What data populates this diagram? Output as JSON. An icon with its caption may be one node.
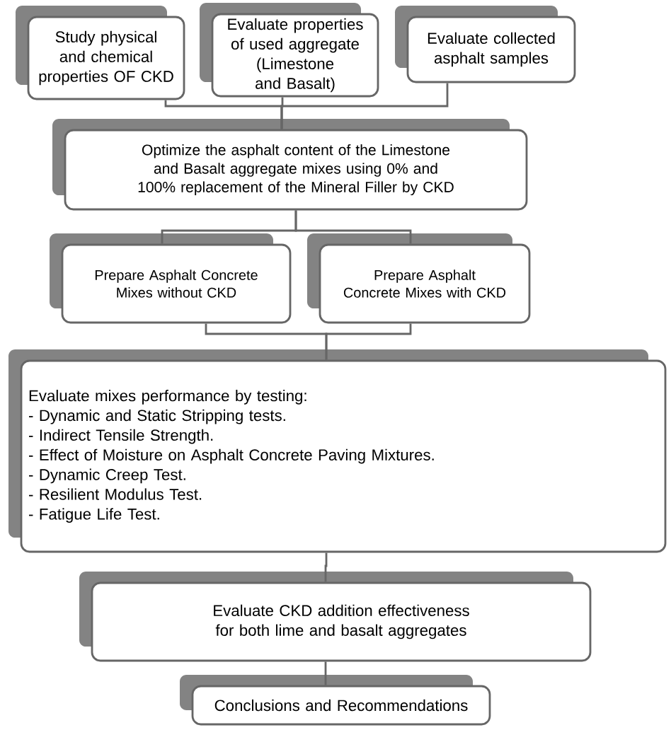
{
  "diagram": {
    "nodes": [
      {
        "text": [
          "Study physical and chemical properties OF CKD"
        ]
      },
      {
        "text": [
          "Evaluate properties of used aggregate (Limestone and Basalt)"
        ]
      },
      {
        "text": [
          "Evaluate collected asphalt samples"
        ]
      },
      {
        "text": [
          "Optimize the asphalt content of the Limestone and Basalt aggregate mixes using 0% and 100% replacement of the Mineral Filler by CKD"
        ]
      },
      {
        "text": [
          "Prepare Asphalt Concrete Mixes without CKD"
        ]
      },
      {
        "text": [
          "Prepare Asphalt Concrete Mixes with CKD"
        ]
      },
      {
        "text": [
          "Evaluate mixes performance by testing:",
          "- Dynamic and Static Stripping tests.",
          "- Indirect Tensile Strength.",
          "- Effect of Moisture on Asphalt Concrete Paving Mixtures.",
          "- Dynamic Creep Test.",
          "- Resilient Modulus Test.",
          "- Fatigue Life Test."
        ]
      },
      {
        "text": [
          "Evaluate CKD addition effectiveness for both lime and basalt aggregates"
        ]
      },
      {
        "text": [
          "Conclusions and Recommendations"
        ]
      }
    ],
    "edges": [
      {
        "from": 0,
        "to": 3,
        "arrow": "none"
      },
      {
        "from": 1,
        "to": 3,
        "arrow": "none"
      },
      {
        "from": 2,
        "to": 3,
        "arrow": "none"
      },
      {
        "from": 3,
        "to": 4,
        "arrow": "none"
      },
      {
        "from": 3,
        "to": 5,
        "arrow": "none"
      },
      {
        "from": 4,
        "to": 6,
        "arrow": "none"
      },
      {
        "from": 5,
        "to": 6,
        "arrow": "none"
      },
      {
        "from": 6,
        "to": 7,
        "arrow": "none"
      },
      {
        "from": 7,
        "to": 8,
        "arrow": "none"
      }
    ]
  }
}
